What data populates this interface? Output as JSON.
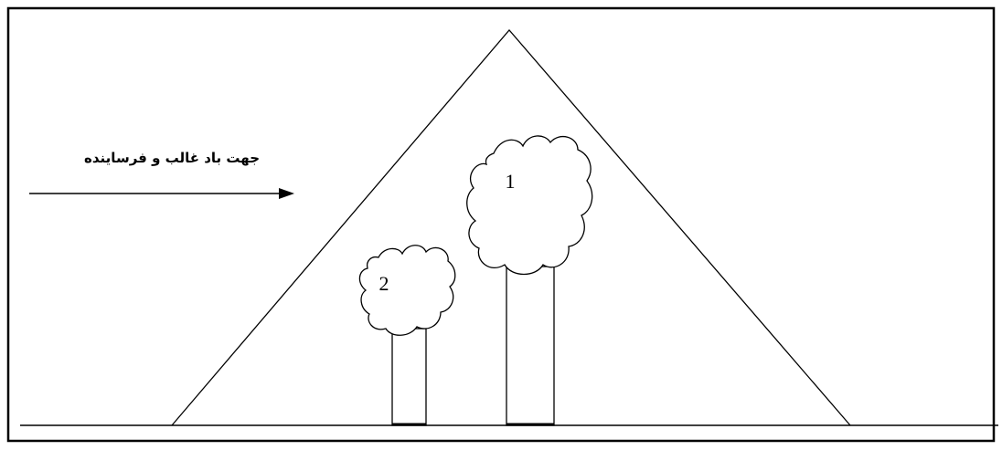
{
  "wind": {
    "label": "جهت باد غالب و فرساینده"
  },
  "trees": [
    {
      "number": "1"
    },
    {
      "number": "2"
    }
  ],
  "colors": {
    "stroke": "#000000",
    "background": "#ffffff"
  }
}
